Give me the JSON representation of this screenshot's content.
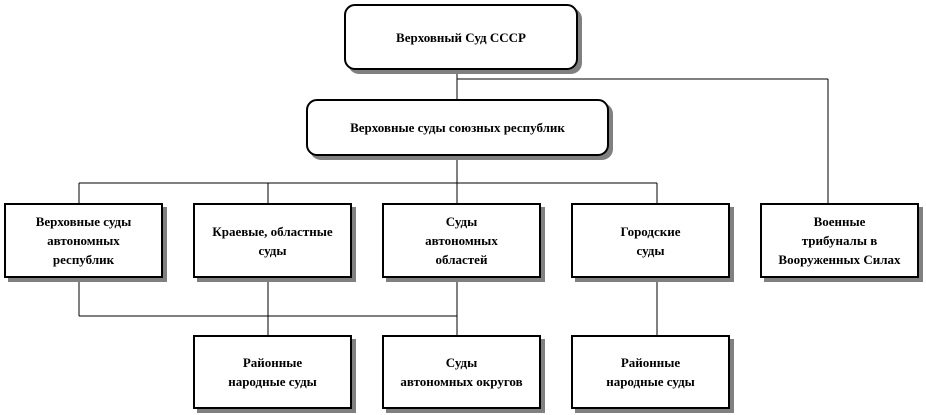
{
  "diagram": {
    "nodes": {
      "supreme_ussr": "Верховный Суд СССР",
      "union_republics": "Верховные суды союзных республик",
      "autonomous_republics": "Верховные суды\nавтономных\nреспублик",
      "regional_courts": "Краевые, областные\nсуды",
      "autonomous_regions": "Суды\nавтономных\nобластей",
      "city_courts": "Городские\nсуды",
      "military_tribunals": "Военные\nтрибуналы в\nВооруженных Силах",
      "district_courts_left": "Районные\nнародные суды",
      "autonomous_districts": "Суды\nавтономных округов",
      "district_courts_right": "Районные\nнародные суды"
    }
  }
}
